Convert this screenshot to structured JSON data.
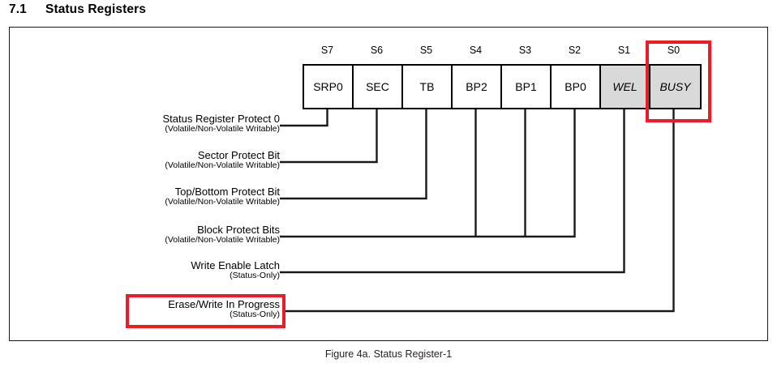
{
  "heading": {
    "number": "7.1",
    "title": "Status Registers"
  },
  "figure": {
    "caption": "Figure 4a. Status Register-1"
  },
  "register": {
    "bit_indices": [
      "S7",
      "S6",
      "S5",
      "S4",
      "S3",
      "S2",
      "S1",
      "S0"
    ],
    "cells": [
      {
        "name": "SRP0",
        "shaded": false,
        "italic": false
      },
      {
        "name": "SEC",
        "shaded": false,
        "italic": false
      },
      {
        "name": "TB",
        "shaded": false,
        "italic": false
      },
      {
        "name": "BP2",
        "shaded": false,
        "italic": false
      },
      {
        "name": "BP1",
        "shaded": false,
        "italic": false
      },
      {
        "name": "BP0",
        "shaded": false,
        "italic": false
      },
      {
        "name": "WEL",
        "shaded": true,
        "italic": true
      },
      {
        "name": "BUSY",
        "shaded": true,
        "italic": true
      }
    ]
  },
  "descriptions": [
    {
      "main": "Status Register Protect 0",
      "sub": "(Volatile/Non-Volatile Writable)"
    },
    {
      "main": "Sector Protect Bit",
      "sub": "(Volatile/Non-Volatile Writable)"
    },
    {
      "main": "Top/Bottom Protect Bit",
      "sub": "(Volatile/Non-Volatile Writable)"
    },
    {
      "main": "Block Protect Bits",
      "sub": "(Volatile/Non-Volatile Writable)"
    },
    {
      "main": "Write Enable Latch",
      "sub": "(Status-Only)"
    },
    {
      "main": "Erase/Write In Progress",
      "sub": "(Status-Only)"
    }
  ],
  "highlights": {
    "bit_column": "S0",
    "label": "Erase/Write In Progress",
    "color": "#ee1c22"
  },
  "colors": {
    "shaded_cell": "#d9d9d9",
    "line": "#1a1a1a",
    "highlight": "#ee1c22"
  }
}
